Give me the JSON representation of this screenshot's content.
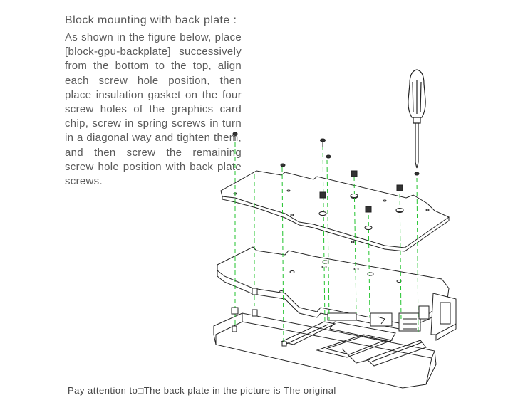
{
  "heading": "Block mounting with back plate :",
  "body": "As shown in the figure below, place [block-gpu-backplate] successively from the bottom to the top, align each screw hole position, then place insulation gasket on the four screw holes of the graphics card chip, screw in spring screws in turn in a diagonal way and tighten them, and then screw the remaining screw hole position with back plate screws.",
  "note": "Pay attention to□The back plate in the picture is  The original",
  "icons": {
    "screwdriver": "screwdriver-icon",
    "screws": "screw-icon",
    "alignment": "alignment-guide-icon"
  },
  "colors": {
    "text": "#555555",
    "line_art": "#222222",
    "guide_lines": "#22c32e"
  }
}
